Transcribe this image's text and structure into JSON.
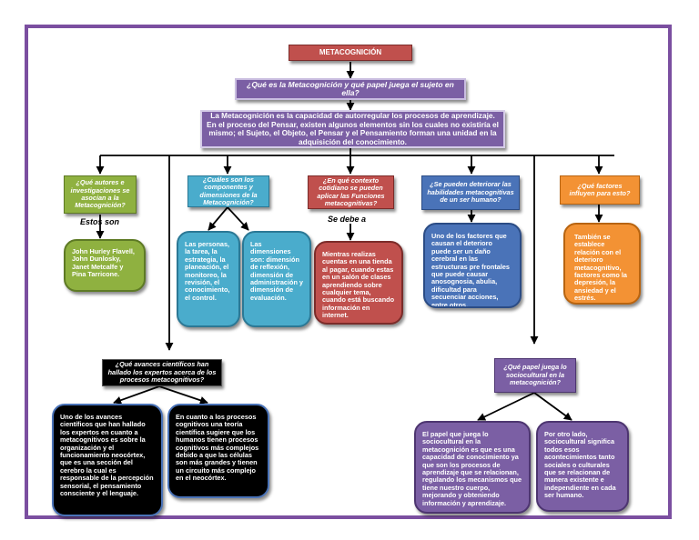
{
  "title": "METACOGNICIÓN",
  "question_main": "¿Qué es la Metacognición y qué papel juega el sujeto en ella?",
  "definition": "La Metacognición es la capacidad de autorregular los procesos de aprendizaje. En el proceso del Pensar, existen algunos elementos sin los cuales no existiría el mismo; el Sujeto, el Objeto, el Pensar y el Pensamiento forman una unidad en la adquisición del conocimiento.",
  "branches": {
    "authors": {
      "question": "¿Qué autores e investigaciones se asocian a la Metacognición?",
      "connector": "Estos son",
      "answer": "John Hurley Flavell, John Dunlosky, Janet Metcalfe y Pina Tarricone."
    },
    "components": {
      "question": "¿Cuáles son los componentes y dimensiones de la Metacognición?",
      "answer_left": "Las personas, la tarea, la estrategia, la planeación, el monitoreo, la revisión, el conocimiento, el control.",
      "answer_right": "Las dimensiones son: dimensión de reflexión, dimensión de administración y dimensión de evaluación."
    },
    "context": {
      "question": "¿En qué contexto cotidiano se pueden aplicar las Funciones metacognitivas?",
      "connector": "Se debe a",
      "answer": "Mientras realizas cuentas en una tienda al pagar, cuando estas en un salón de clases aprendiendo sobre cualquier tema, cuando está buscando información en internet."
    },
    "deteriorate": {
      "question": "¿Se pueden deteriorar las habilidades metacognitivas de un ser humano?",
      "answer": "Uno de los factores que causan el deterioro puede ser un daño cerebral en las estructuras pre frontales que puede causar anosognosia, abulia, dificultad para secuenciar acciones, entre otros."
    },
    "factors": {
      "question": "¿Qué factores influyen para esto?",
      "answer": "También se establece relación con el deterioro metacognitivo, factores como la depresión, la ansiedad y el estrés."
    },
    "advances": {
      "question": "¿Qué avances científicos han hallado los expertos acerca de los procesos metacognitivos?",
      "answer_left": "Uno de los avances científicos que han hallado los expertos en cuanto a metacognitivos es sobre la organización y el funcionamiento neocórtex, que es una sección del cerebro la cual es responsable de la percepción sensorial, el pensamiento consciente y el lenguaje.",
      "answer_right": "En cuanto a los procesos cognitivos una teoría científica sugiere que los humanos tienen procesos cognitivos más complejos debido a que las células son más grandes y tienen un circuito más complejo en el neocórtex."
    },
    "sociocultural": {
      "question": "¿Qué papel juega lo sociocultural en la metacognición?",
      "answer_left": "El papel que juega lo sociocultural en la metacognición es que es una capacidad de conocimiento ya que son los procesos de aprendizaje que se relacionan, regulando los mecanismos que tiene nuestro cuerpo, mejorando y obteniendo información y aprendizaje.",
      "answer_right": "Por otro lado, sociocultural significa todos esos acontecimientos tanto sociales o culturales que se relacionan de manera existente e independiente en cada ser humano."
    }
  }
}
